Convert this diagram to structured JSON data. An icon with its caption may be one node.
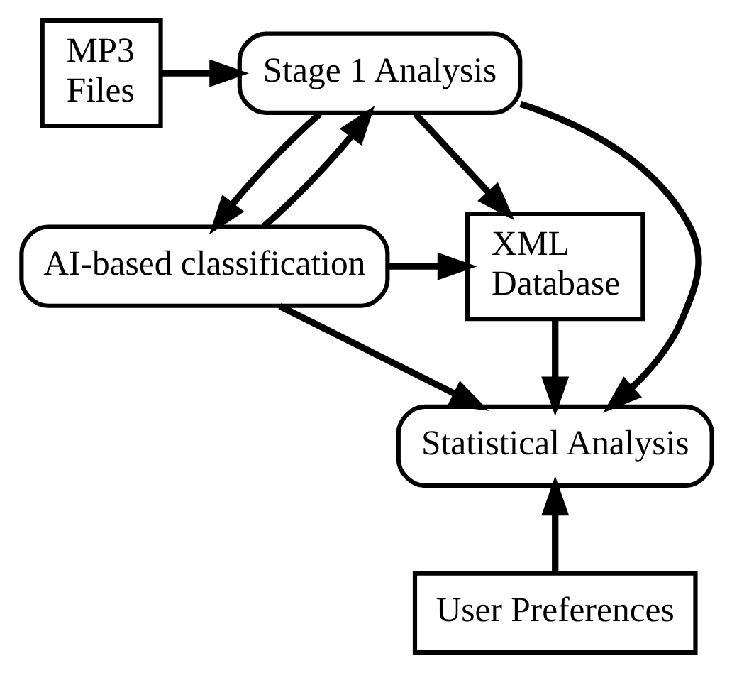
{
  "diagram": {
    "nodes": [
      {
        "text": [
          "MP3 Files"
        ]
      },
      {
        "text": [
          "Stage 1 Analysis"
        ]
      },
      {
        "text": [
          "AI-based classification"
        ]
      },
      {
        "text": [
          "XML Database"
        ]
      },
      {
        "text": [
          "Statistical Analysis"
        ]
      },
      {
        "text": [
          "User Preferences"
        ]
      }
    ],
    "edges": [
      {
        "from": 0,
        "to": 1,
        "arrow": "to"
      },
      {
        "from": 1,
        "to": 2,
        "arrow": "to"
      },
      {
        "from": 2,
        "to": 1,
        "arrow": "to"
      },
      {
        "from": 1,
        "to": 4,
        "arrow": "to"
      },
      {
        "from": 1,
        "to": 3,
        "arrow": "to"
      },
      {
        "from": 2,
        "to": 3,
        "arrow": "to"
      },
      {
        "from": 2,
        "to": 4,
        "arrow": "to"
      },
      {
        "from": 3,
        "to": 4,
        "arrow": "to"
      },
      {
        "from": 5,
        "to": 4,
        "arrow": "to"
      }
    ]
  }
}
